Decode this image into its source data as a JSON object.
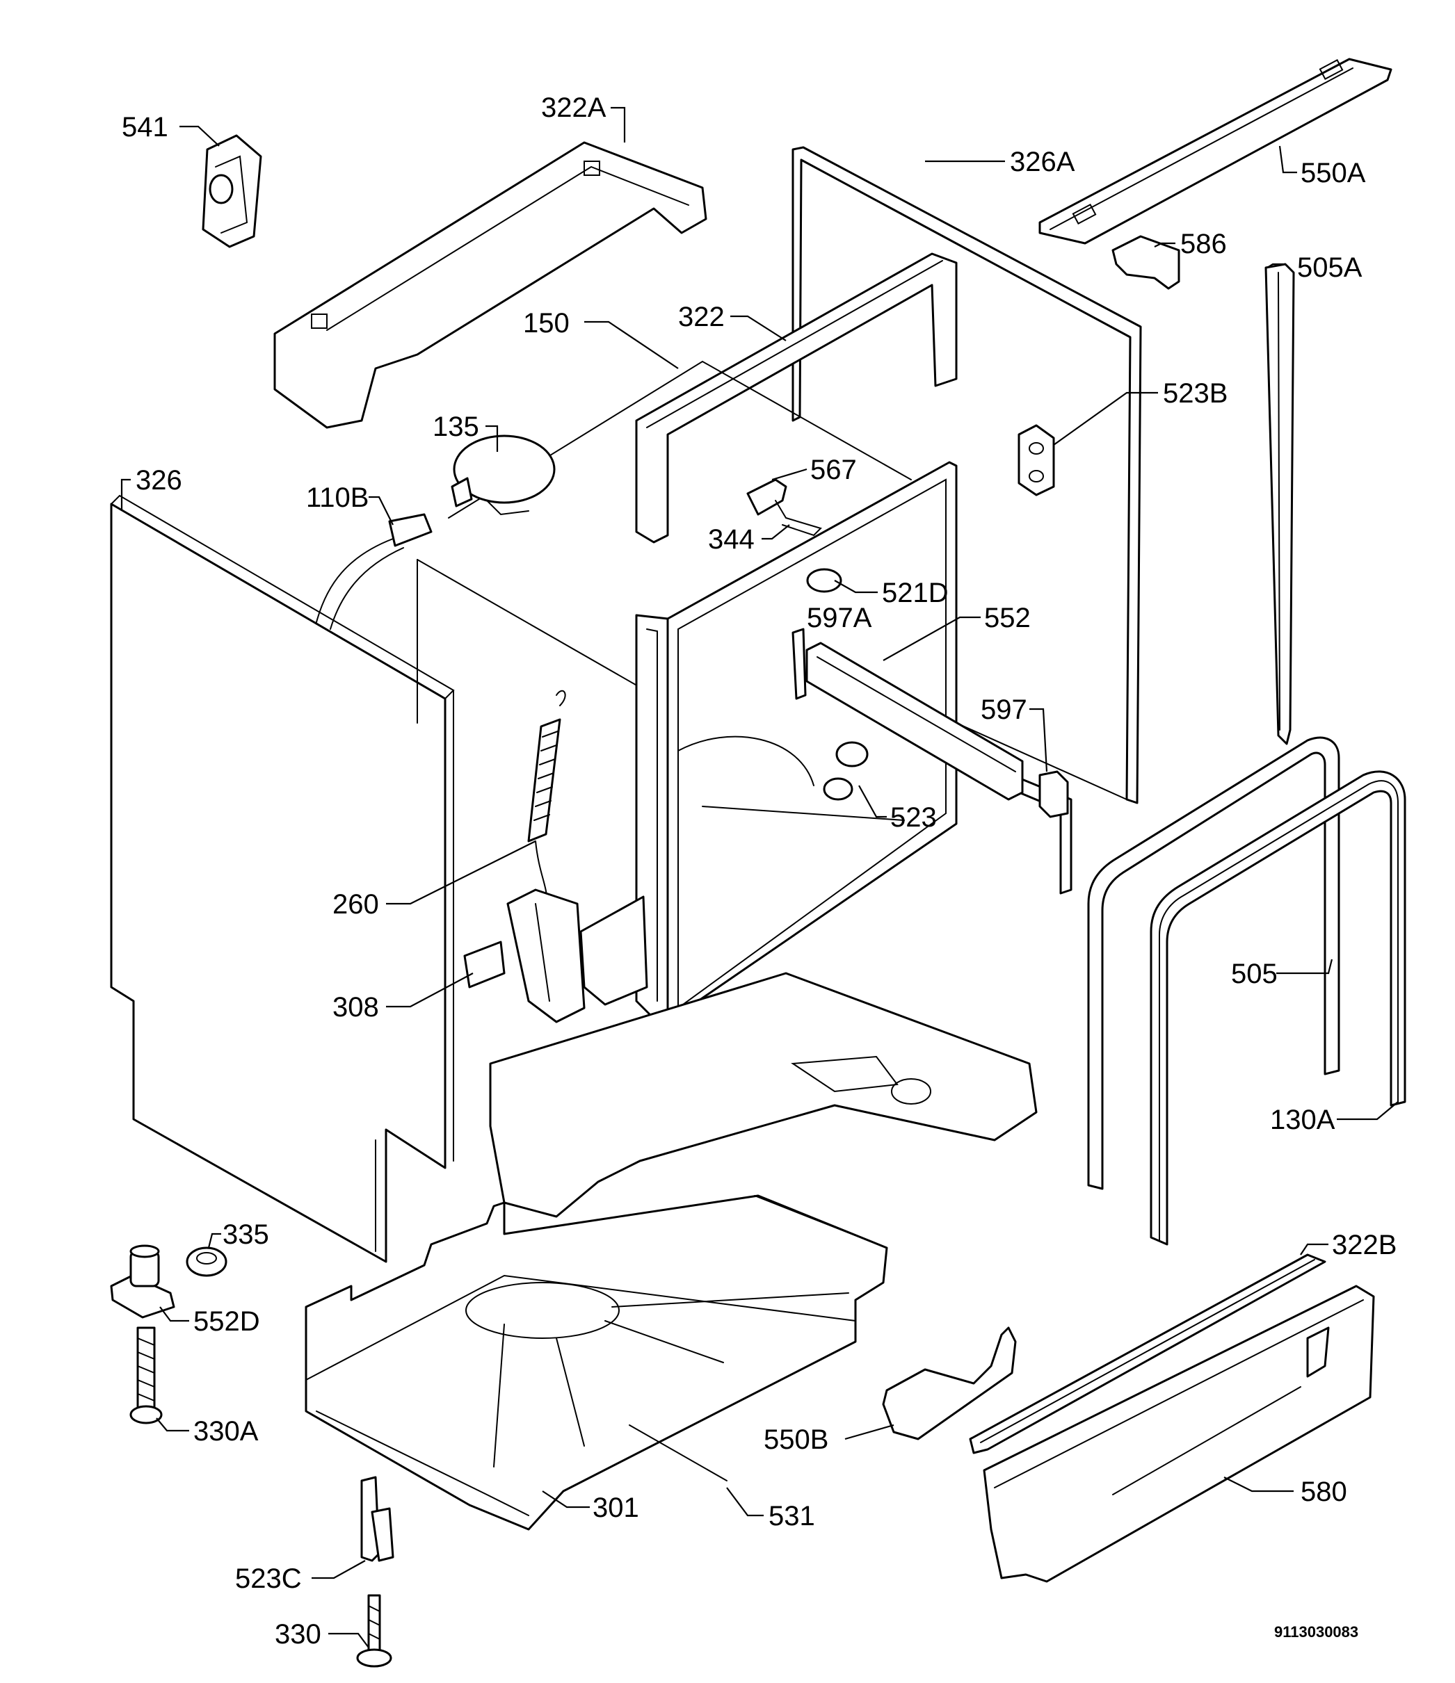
{
  "diagram": {
    "document_number": "9113030083",
    "labels": {
      "l541": "541",
      "l322a": "322A",
      "l326a": "326A",
      "l550a": "550A",
      "l586": "586",
      "l505a": "505A",
      "l150": "150",
      "l322": "322",
      "l523b": "523B",
      "l135": "135",
      "l326": "326",
      "l110b": "110B",
      "l567": "567",
      "l344": "344",
      "l521d": "521D",
      "l597a": "597A",
      "l552": "552",
      "l597": "597",
      "l523": "523",
      "l260": "260",
      "l308": "308",
      "l505": "505",
      "l130a": "130A",
      "l335": "335",
      "l552d": "552D",
      "l330a": "330A",
      "l322b": "322B",
      "l550b": "550B",
      "l580": "580",
      "l301": "301",
      "l531": "531",
      "l523c": "523C",
      "l330": "330"
    }
  }
}
